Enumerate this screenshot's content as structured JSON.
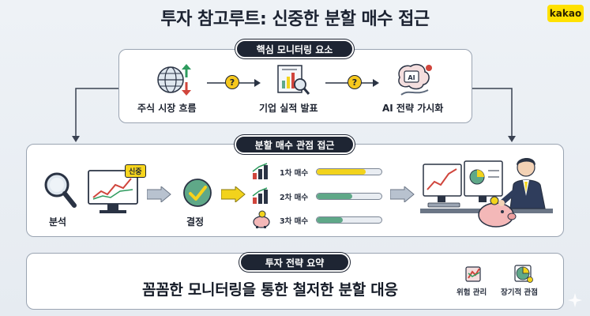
{
  "title": "투자 참고루트: 신중한 분할 매수 접근",
  "brand": "kakao",
  "monitoring": {
    "header": "핵심 모니터링 요소",
    "items": [
      {
        "label": "주식 시장 흐름",
        "icon": "globe-arrows-icon"
      },
      {
        "label": "기업 실적 발표",
        "icon": "report-magnifier-icon"
      },
      {
        "label": "AI 전략 가시화",
        "icon": "ai-brain-icon"
      }
    ],
    "connector": "?"
  },
  "split": {
    "header": "분할 매수 관점 접근",
    "analysis_label": "분석",
    "monitor_tag": "신중",
    "decision_label": "결정",
    "rounds": [
      {
        "label": "1차 매수",
        "fill": 0.75,
        "color": "#f2d31c"
      },
      {
        "label": "2차 매수",
        "fill": 0.55,
        "color": "#5fa888"
      },
      {
        "label": "3차 매수",
        "fill": 0.4,
        "color": "#5fa888"
      }
    ]
  },
  "summary": {
    "header": "투자 전략 요약",
    "text": "꼼꼼한 모니터링을 통한 철저한 분할 대응",
    "badges": [
      {
        "label": "위험 관리",
        "icon": "risk-chart-icon"
      },
      {
        "label": "장기적 관점",
        "icon": "pie-chart-icon"
      }
    ]
  }
}
